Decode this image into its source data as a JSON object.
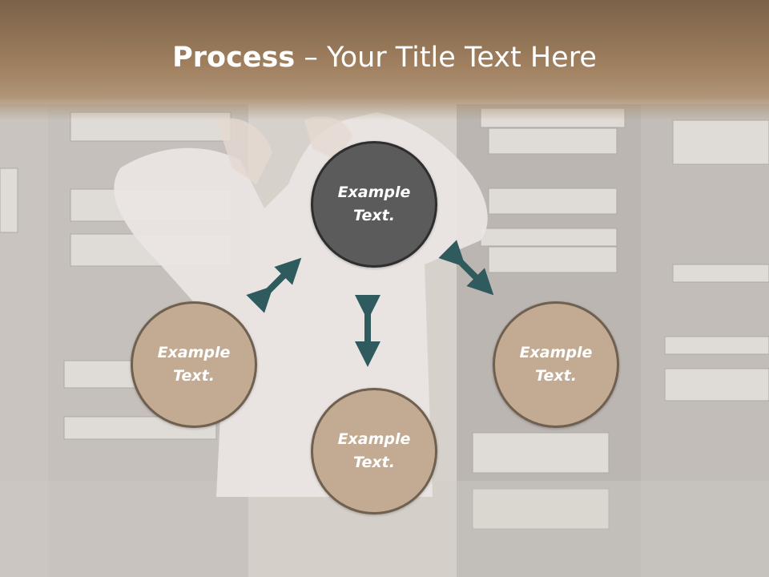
{
  "slide": {
    "title_bold": "Process",
    "title_rest": " – Your Title Text Here"
  },
  "nodes": [
    {
      "id": "top",
      "label": "Example Text."
    },
    {
      "id": "left",
      "label": "Example Text."
    },
    {
      "id": "bottom",
      "label": "Example Text."
    },
    {
      "id": "right",
      "label": "Example Text."
    }
  ],
  "colors": {
    "header": "#a0805f",
    "dark_circle": "#5c5b5b",
    "tan_circle": "#c2ab92",
    "circle_border": "#70604f",
    "arrow": "#2f5b5e",
    "background": "#d9d6d1"
  }
}
